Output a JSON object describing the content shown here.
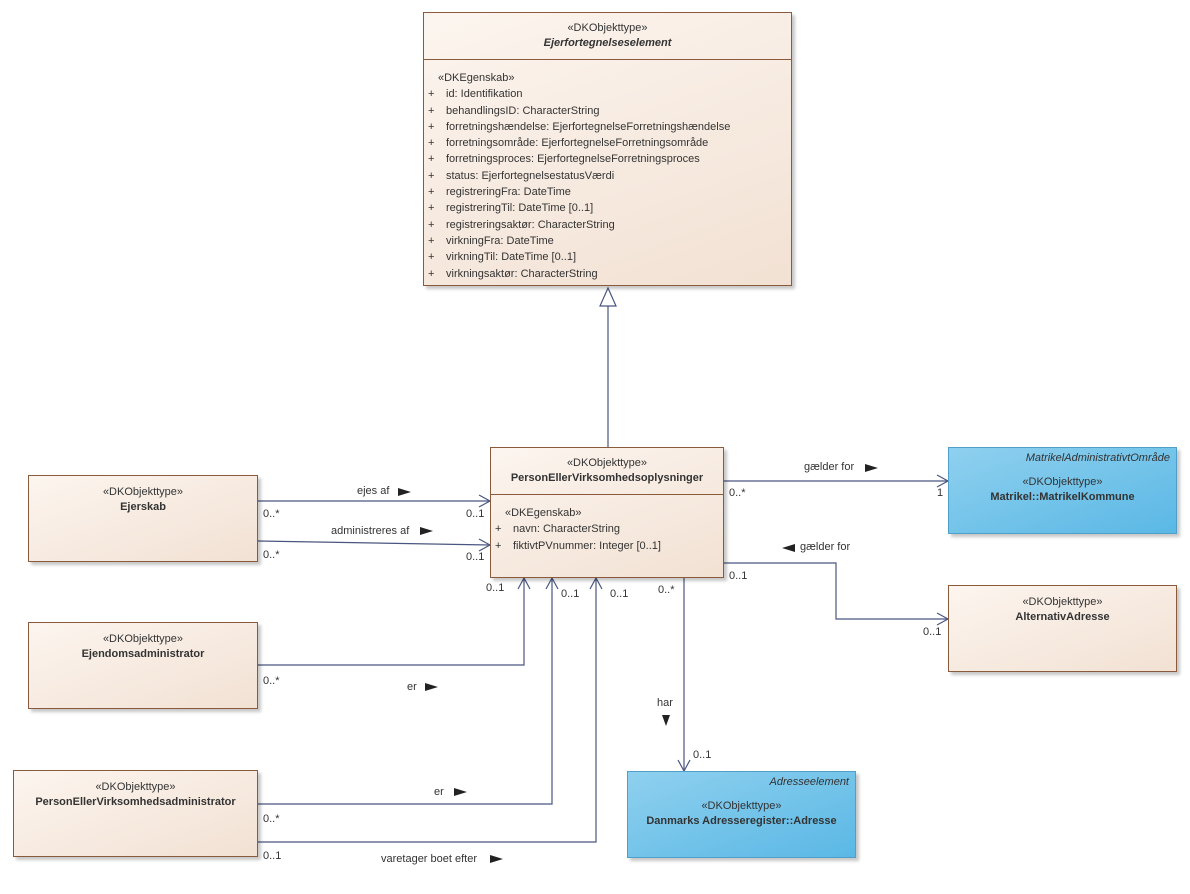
{
  "classes": {
    "ejerfortegnelseselement": {
      "stereotype": "«DKObjekttype»",
      "name": "Ejerfortegnelseselement",
      "attr_stereotype": "«DKEgenskab»",
      "attributes": [
        {
          "vis": "+",
          "text": "id: Identifikation"
        },
        {
          "vis": "+",
          "text": "behandlingsID: CharacterString"
        },
        {
          "vis": "+",
          "text": "forretningshændelse: EjerfortegnelseForretningshændelse"
        },
        {
          "vis": "+",
          "text": "forretningsområde: EjerfortegnelseForretningsområde"
        },
        {
          "vis": "+",
          "text": "forretningsproces: EjerfortegnelseForretningsproces"
        },
        {
          "vis": "+",
          "text": "status: EjerfortegnelsestatusVærdi"
        },
        {
          "vis": "+",
          "text": "registreringFra: DateTime"
        },
        {
          "vis": "+",
          "text": "registreringTil: DateTime [0..1]"
        },
        {
          "vis": "+",
          "text": "registreringsaktør: CharacterString"
        },
        {
          "vis": "+",
          "text": "virkningFra: DateTime"
        },
        {
          "vis": "+",
          "text": "virkningTil: DateTime [0..1]"
        },
        {
          "vis": "+",
          "text": "virkningsaktør: CharacterString"
        }
      ]
    },
    "person": {
      "stereotype": "«DKObjekttype»",
      "name": "PersonEllerVirksomhedsoplysninger",
      "attr_stereotype": "«DKEgenskab»",
      "attributes": [
        {
          "vis": "+",
          "text": "navn: CharacterString"
        },
        {
          "vis": "+",
          "text": "fiktivtPVnummer: Integer [0..1]"
        }
      ]
    },
    "ejerskab": {
      "stereotype": "«DKObjekttype»",
      "name": "Ejerskab"
    },
    "ejendomsadministrator": {
      "stereotype": "«DKObjekttype»",
      "name": "Ejendomsadministrator"
    },
    "pva": {
      "stereotype": "«DKObjekttype»",
      "name": "PersonEllerVirksomhedsadministrator"
    },
    "matrikel": {
      "package": "MatrikelAdministrativtOmråde",
      "stereotype": "«DKObjekttype»",
      "name": "Matrikel::MatrikelKommune"
    },
    "alternativ": {
      "stereotype": "«DKObjekttype»",
      "name": "AlternativAdresse"
    },
    "adresse": {
      "package": "Adresseelement",
      "stereotype": "«DKObjekttype»",
      "name": "Danmarks Adresseregister::Adresse"
    }
  },
  "associations": {
    "ejes_af": {
      "label": "ejes af",
      "source_mult": "0..*",
      "target_mult": "0..1"
    },
    "administreres_af": {
      "label": "administreres af",
      "source_mult": "0..*",
      "target_mult": "0..1"
    },
    "er_ejendom": {
      "label": "er",
      "source_mult": "0..*",
      "target_mult": "0..1"
    },
    "er_pva": {
      "label": "er",
      "source_mult": "0..*",
      "target_mult": "0..1"
    },
    "varetager": {
      "label": "varetager boet efter",
      "source_mult": "0..1",
      "target_mult": "0..1"
    },
    "gaelder_kommune": {
      "label": "gælder for",
      "source_mult": "0..*",
      "target_mult": "1"
    },
    "gaelder_alt": {
      "label": "gælder for",
      "source_mult": "0..1",
      "target_mult": "0..1"
    },
    "har": {
      "label": "har",
      "source_mult": "0..*",
      "target_mult": "0..1"
    }
  },
  "colors": {
    "class_fill": "#f2e1d3",
    "class_border": "#8a5a3c",
    "external_fill": "#5ab8e5",
    "line": "#4a5680",
    "direction_marker": "#222222"
  }
}
